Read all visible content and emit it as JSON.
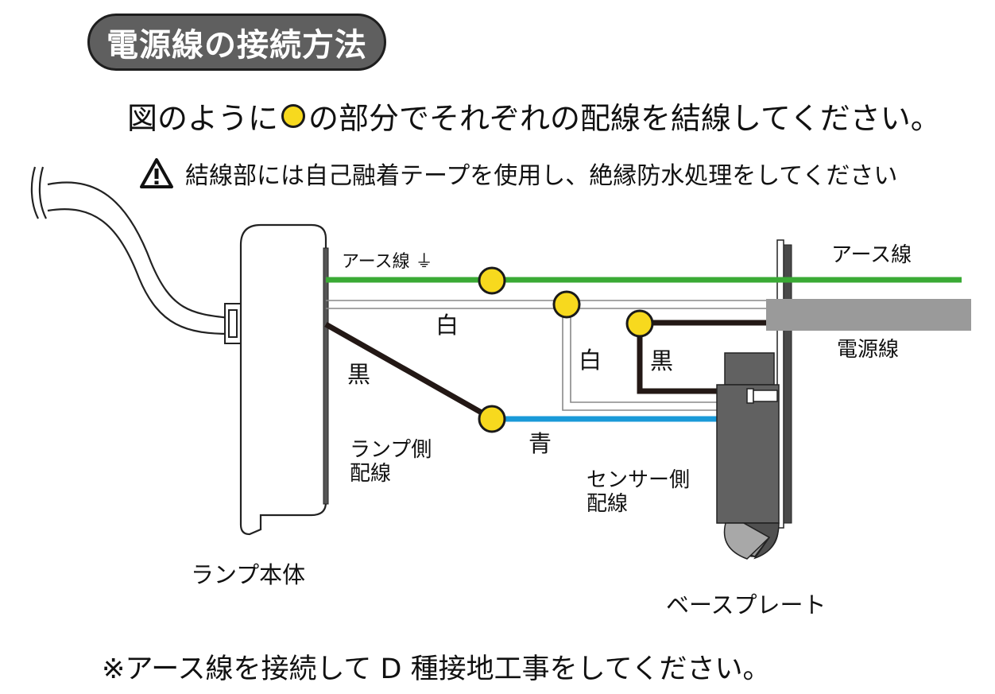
{
  "title": "電源線の接続方法",
  "instruction": {
    "before": "図のように",
    "after": "の部分でそれぞれの配線を結線してください。"
  },
  "warning": "結線部には自己融着テープを使用し、絶縁防水処理をしてください",
  "labels": {
    "earth_wire_lamp": "アース線 ⏚",
    "earth_wire_right": "アース線",
    "white_top": "白",
    "white_mid": "白",
    "black_left": "黒",
    "black_right": "黒",
    "blue": "青",
    "lamp_side_line1": "ランプ側",
    "lamp_side_line2": "配線",
    "sensor_side_line1": "センサー側",
    "sensor_side_line2": "配線",
    "power_cable": "電源線",
    "lamp_body": "ランプ本体",
    "base_plate": "ベースプレート"
  },
  "footnote": "※アース線を接続して D 種接地工事をしてください。",
  "colors": {
    "earth": "#3aaa35",
    "blue": "#1a9ad8",
    "black": "#231815",
    "junction": "#f7d91e",
    "title_bg": "#5f5f5f",
    "power_cable": "#9a9a9a",
    "sensor": "#616161"
  }
}
